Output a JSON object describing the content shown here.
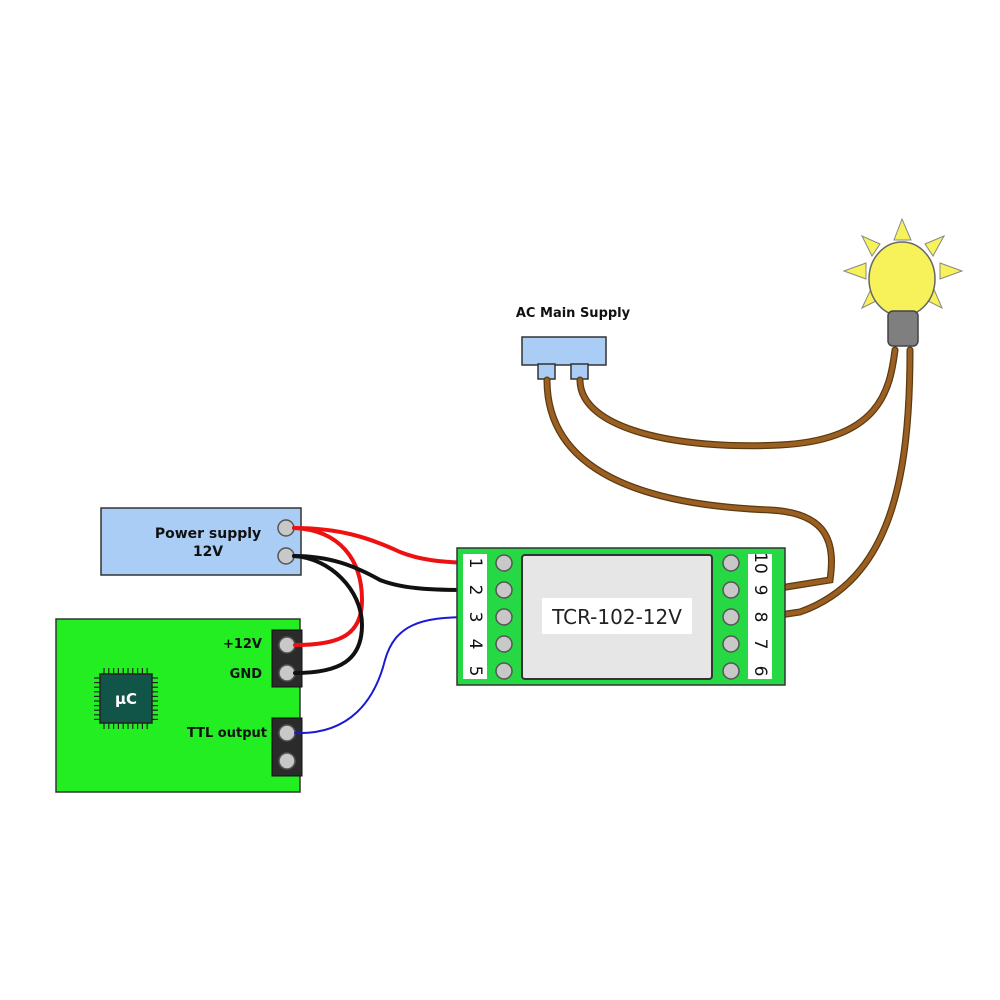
{
  "ac_supply": {
    "label": "AC Main Supply"
  },
  "power_supply": {
    "line1": "Power supply",
    "line2": "12V"
  },
  "controller": {
    "chip_label": "µC",
    "plus12_label": "+12V",
    "gnd_label": "GND",
    "ttl_label": "TTL output"
  },
  "relay": {
    "name": "TCR-102-12V",
    "left_pins": [
      "1",
      "2",
      "3",
      "4",
      "5"
    ],
    "right_pins": [
      "10",
      "9",
      "8",
      "7",
      "6"
    ]
  },
  "colors": {
    "board_green": "#22ee22",
    "relay_green": "#27d845",
    "psu_blue": "#a9cdf5",
    "wire_red": "#ee1111",
    "wire_black": "#111111",
    "wire_blue": "#1a1ad6",
    "wire_brown": "#9a5f21",
    "bulb_yellow": "#f7f25a",
    "chip_teal": "#115548"
  }
}
